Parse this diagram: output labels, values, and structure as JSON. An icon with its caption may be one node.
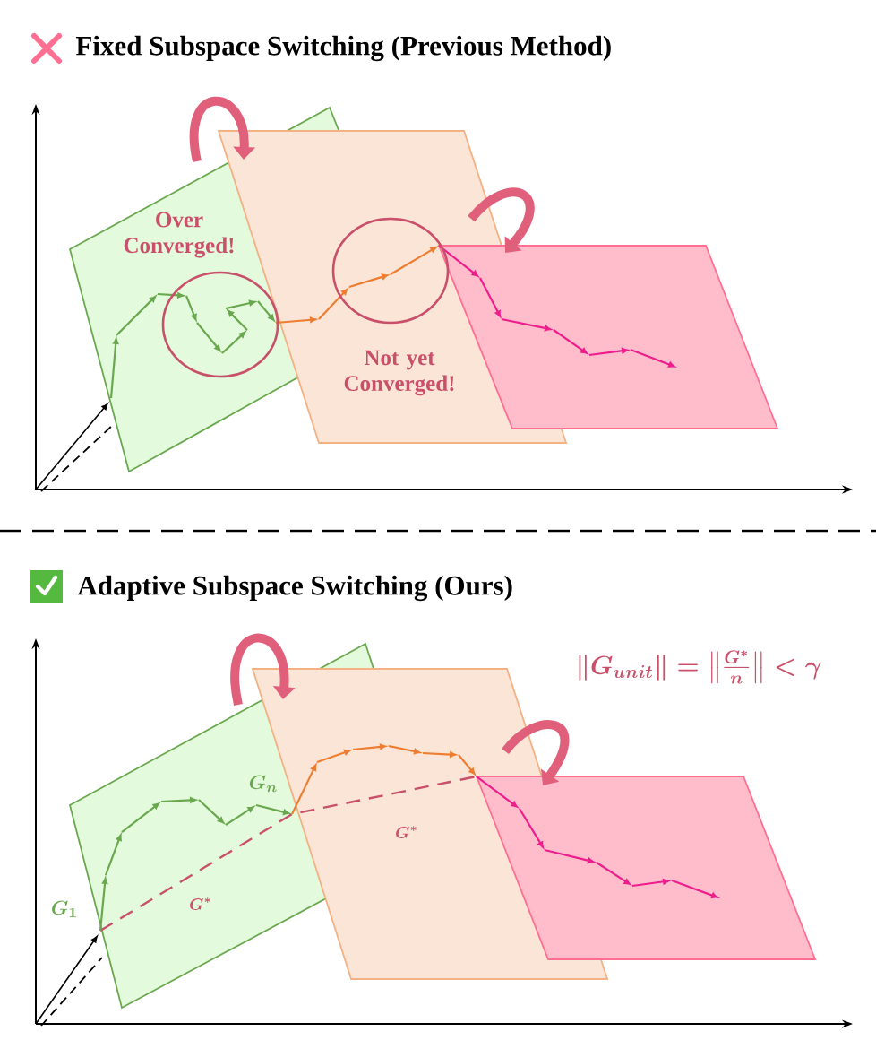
{
  "diagram": {
    "title": "Fixed Subspace Switching (Previous Method)",
    "labels": [
      "Over Converged!",
      "Not yet Converged!",
      "Adaptive Subspace Switching (Ours)",
      "\\Vert G_{unit}\\Vert = \\left\\Vert\\frac{G^{*}}{n}\\right\\Vert < \\gamma",
      "G_n",
      "G^{*}",
      "G^{*}",
      "G_1"
    ]
  }
}
